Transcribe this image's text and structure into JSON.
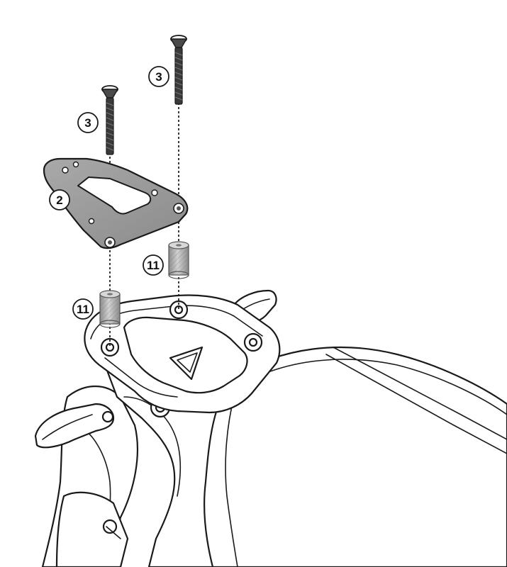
{
  "callouts": {
    "screw_left": "3",
    "screw_right": "3",
    "plate": "2",
    "spacer_upper": "11",
    "spacer_lower": "11"
  },
  "colors": {
    "line": "#1a1a1a",
    "plate_fill": "#9a9a9a",
    "screw_fill": "#3a3a3a",
    "spacer_fill": "#b8b8b8",
    "background": "#ffffff"
  },
  "icons": {
    "screw": "countersunk-bolt-icon",
    "spacer": "knurled-spacer-icon"
  }
}
